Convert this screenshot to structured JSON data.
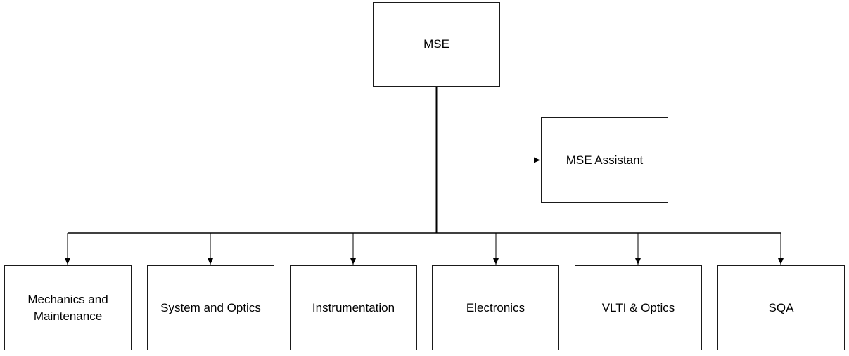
{
  "diagram": {
    "root": {
      "label": "MSE"
    },
    "assistant": {
      "label": "MSE Assistant"
    },
    "departments": [
      {
        "label": "Mechanics and\nMaintenance"
      },
      {
        "label": "System and Optics"
      },
      {
        "label": "Instrumentation"
      },
      {
        "label": "Electronics"
      },
      {
        "label": "VLTI & Optics"
      },
      {
        "label": "SQA"
      }
    ]
  },
  "colors": {
    "line": "#000000",
    "border": "#1a1a1a",
    "background": "#ffffff"
  }
}
